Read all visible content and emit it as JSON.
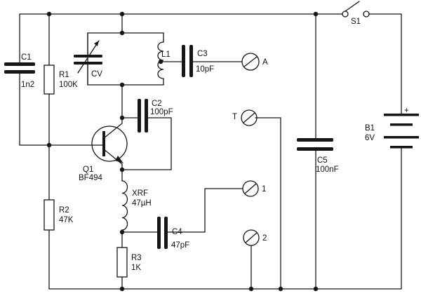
{
  "components": {
    "c1": {
      "name": "C1",
      "value": "1n2"
    },
    "r1": {
      "name": "R1",
      "value": "100K"
    },
    "cv": {
      "name": "CV"
    },
    "l1": {
      "name": "L1"
    },
    "c3": {
      "name": "C3",
      "value": "10pF"
    },
    "c2": {
      "name": "C2",
      "value": "100pF"
    },
    "q1": {
      "name": "Q1",
      "value": "BF494"
    },
    "r2": {
      "name": "R2",
      "value": "47K"
    },
    "xrf": {
      "name": "XRF",
      "value": "47µH"
    },
    "c4": {
      "name": "C4",
      "value": "47pF"
    },
    "r3": {
      "name": "R3",
      "value": "1K"
    },
    "c5": {
      "name": "C5",
      "value": "100nF"
    },
    "b1": {
      "name": "B1",
      "value": "6V"
    },
    "s1": {
      "name": "S1"
    }
  },
  "terminals": {
    "a": "A",
    "t": "T",
    "one": "1",
    "two": "2"
  },
  "polarity": {
    "plus": "+"
  }
}
